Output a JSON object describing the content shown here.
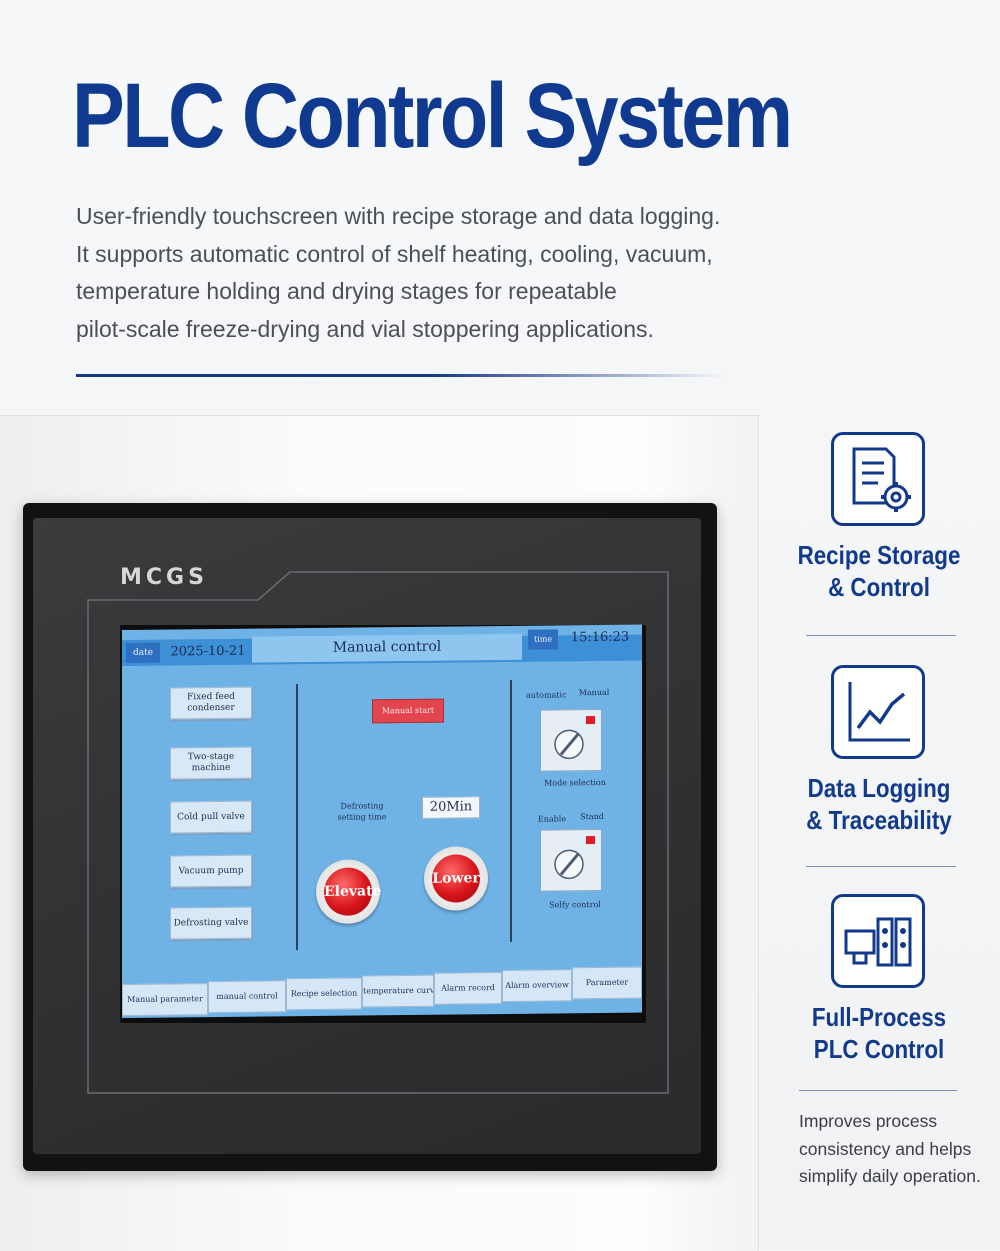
{
  "header": {
    "title": "PLC Control System",
    "description_lines": [
      "User-friendly touchscreen with recipe storage and data logging.",
      "It supports automatic control of shelf heating, cooling, vacuum,",
      "temperature holding and drying stages for repeatable",
      "pilot-scale freeze-drying and vial stoppering applications."
    ]
  },
  "panel": {
    "brand": "MCGS",
    "topbar": {
      "date_label": "date",
      "date": "2025-10-21",
      "title": "Manual control",
      "time_label": "time",
      "time": "15:16:23"
    },
    "left_buttons": [
      "Fixed feed condenser",
      "Two-stage machine",
      "Cold pull valve",
      "Vacuum pump",
      "Defrosting valve"
    ],
    "manual_start": "Manual start",
    "defrost_label": "Defrosting setting time",
    "defrost_value": "20Min",
    "elevate": "Elevate",
    "lower": "Lower",
    "mode": {
      "left": "automatic",
      "right": "Manual",
      "caption": "Mode selection"
    },
    "selfy": {
      "left": "Enable",
      "right": "Stand",
      "caption": "Selfy control"
    },
    "tabs": [
      "Manual parameter",
      "manual control",
      "Recipe selection",
      "temperature curve",
      "Alarm record",
      "Alarm overview",
      "Parameter"
    ],
    "accent_colors": {
      "screen_blue": "#6fb3e6",
      "button_red": "#d8141a",
      "manual_start_red": "#e2454e"
    }
  },
  "features": [
    {
      "icon": "recipe-document-gear-icon",
      "line1": "Recipe Storage",
      "line2": "& Control"
    },
    {
      "icon": "line-chart-icon",
      "line1": "Data Logging",
      "line2": "& Traceability"
    },
    {
      "icon": "plc-computer-icon",
      "line1": "Full-Process",
      "line2": "PLC Control"
    }
  ],
  "footer_lines": [
    "Improves process",
    "consistency and helps",
    "simplify daily operation."
  ],
  "brand_color": "#123a8c"
}
